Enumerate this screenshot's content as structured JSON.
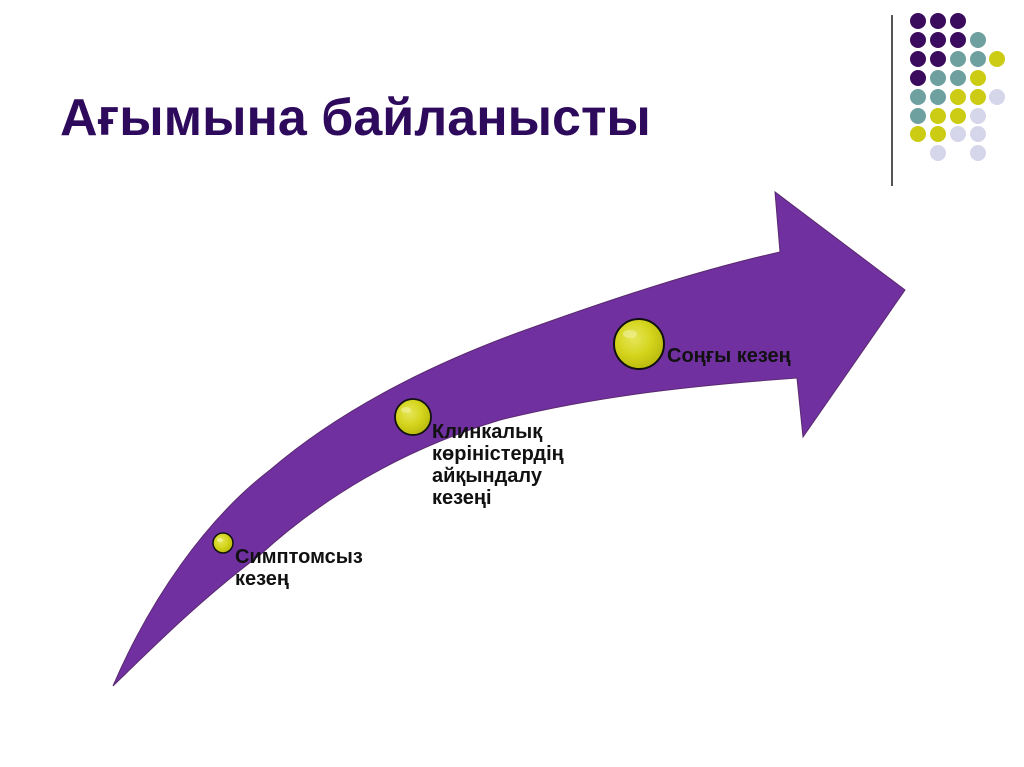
{
  "slide": {
    "title": "Ағымына байланысты",
    "colors": {
      "title": "#2e0a5c",
      "arrow": "#7030a0",
      "marker": "#d4d41c",
      "marker_outline": "#111111",
      "label": "#111111"
    },
    "decoration": {
      "dot_colors": {
        "P": "#3b0b5e",
        "T": "#6fa0a0",
        "Y": "#cccc14",
        "L": "#d6d6ea"
      },
      "dot_grid": [
        [
          "P",
          "P",
          "P",
          "",
          ""
        ],
        [
          "P",
          "P",
          "P",
          "T",
          ""
        ],
        [
          "P",
          "P",
          "T",
          "T",
          "Y"
        ],
        [
          "P",
          "T",
          "T",
          "Y",
          ""
        ],
        [
          "T",
          "T",
          "Y",
          "Y",
          "L"
        ],
        [
          "T",
          "Y",
          "Y",
          "L",
          ""
        ],
        [
          "Y",
          "Y",
          "L",
          "L",
          ""
        ],
        [
          "",
          "L",
          "",
          "L",
          ""
        ]
      ]
    },
    "stages": [
      {
        "label_lines": [
          "Симптомсыз",
          "кезең"
        ]
      },
      {
        "label_lines": [
          "Клинкалық",
          "көріністердің",
          "айқындалу",
          "кезеңі"
        ]
      },
      {
        "label_lines": [
          "Соңғы кезең"
        ]
      }
    ]
  }
}
